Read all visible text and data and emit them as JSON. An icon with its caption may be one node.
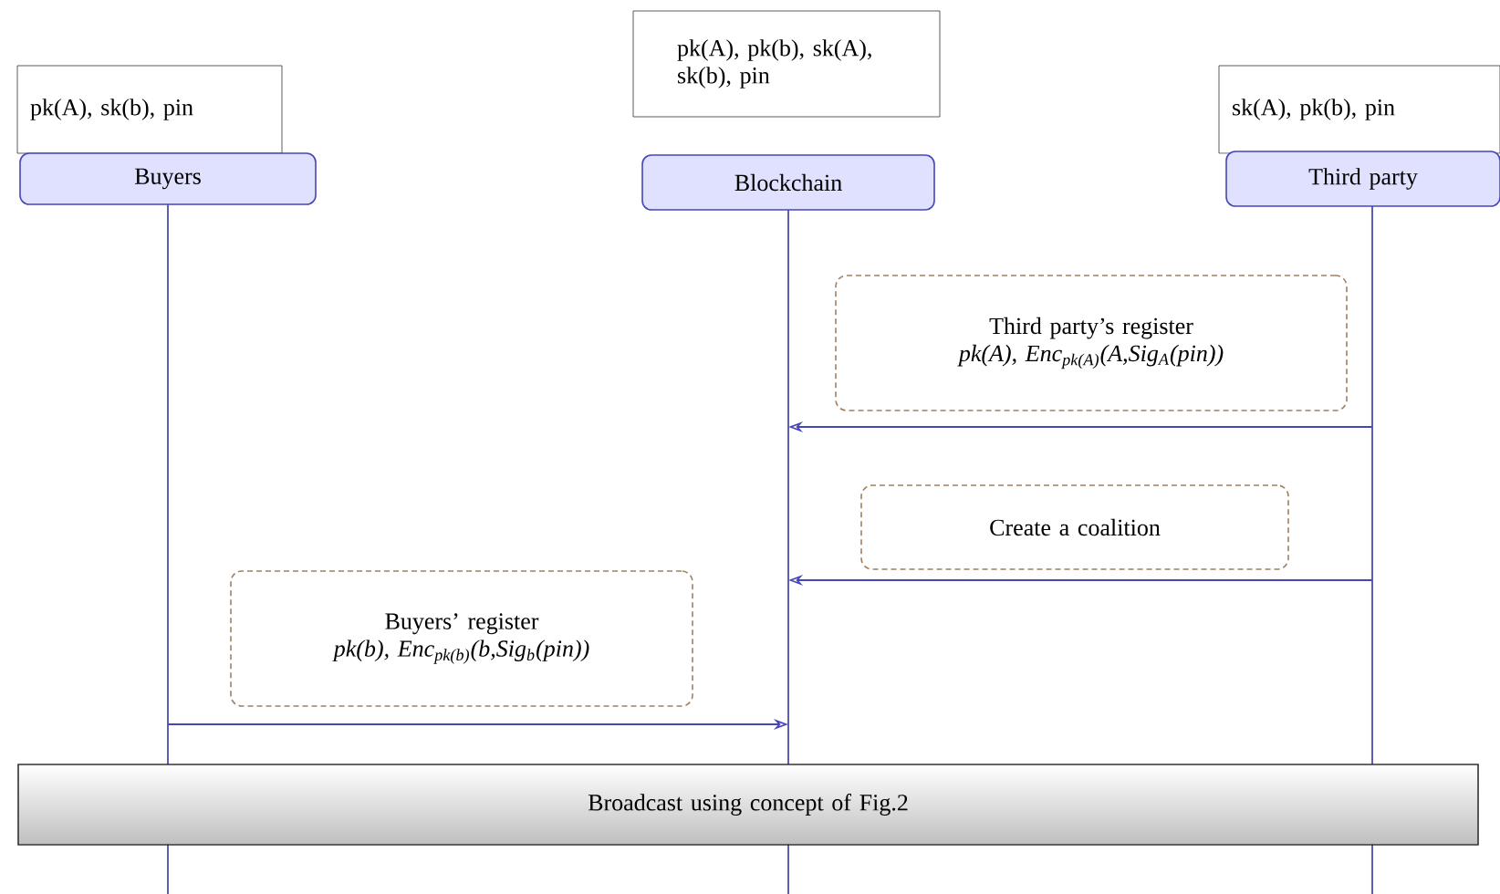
{
  "diagram": {
    "nodes": [
      {
        "text": [
          "pk(A), sk(b), pin"
        ]
      },
      {
        "text": [
          "Buyers"
        ]
      },
      {
        "text": [
          "pk(A), pk(b), sk(A), sk(b), pin"
        ]
      },
      {
        "text": [
          "Blockchain"
        ]
      },
      {
        "text": [
          "sk(A), pk(b), pin"
        ]
      },
      {
        "text": [
          "Third party"
        ]
      },
      {
        "text": [
          "Third party’s register",
          "pk(A), Enc$_{pk(A)}$(A,Sig$_{A}$(pin))"
        ]
      },
      {
        "text": [
          "Create a coalition"
        ]
      },
      {
        "text": [
          "Buyers’ register",
          "pk(b), Enc$_{pk(b)}$(b,Sig$_{b}$(pin))"
        ]
      },
      {
        "text": [
          "Broadcast using concept of Fig.2"
        ]
      }
    ],
    "edges": [
      {
        "from": 5,
        "to": 3,
        "arrow": "to"
      },
      {
        "from": 5,
        "to": 3,
        "arrow": "to"
      },
      {
        "from": 1,
        "to": 3,
        "arrow": "to"
      }
    ]
  }
}
